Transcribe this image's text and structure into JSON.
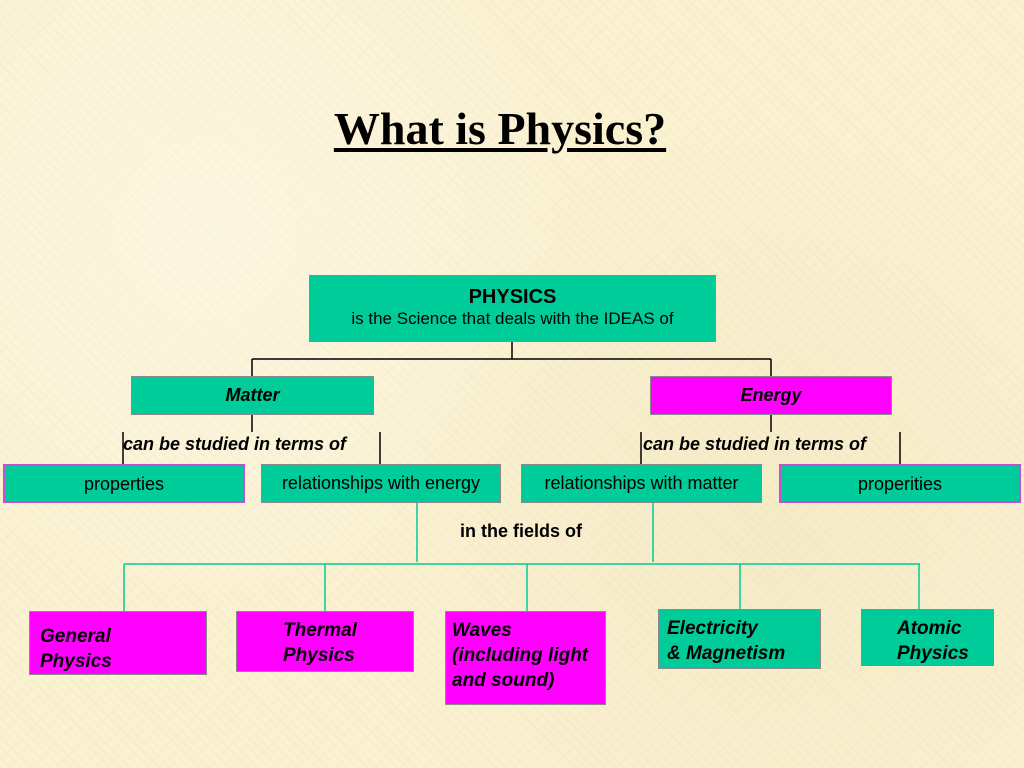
{
  "slide": {
    "title": "What is Physics?"
  },
  "diagram": {
    "root": {
      "name": "PHYSICS",
      "description": "is the Science that deals with the IDEAS of"
    },
    "matter": {
      "label": "Matter",
      "connector": "can be studied in terms of",
      "children": [
        "properties",
        "relationships with energy"
      ]
    },
    "energy": {
      "label": "Energy",
      "connector": "can be studied in terms of",
      "children": [
        "relationships with matter",
        "properities"
      ]
    },
    "fields_connector": "in the fields of",
    "fields": [
      {
        "line1": "General",
        "line2": "Physics",
        "line3": ""
      },
      {
        "line1": "Thermal",
        "line2": "Physics",
        "line3": ""
      },
      {
        "line1": "Waves",
        "line2": "(including light",
        "line3": "and sound)"
      },
      {
        "line1": "Electricity",
        "line2": "& Magnetism",
        "line3": ""
      },
      {
        "line1": "Atomic",
        "line2": "Physics",
        "line3": ""
      }
    ],
    "colors": {
      "green": "#00cc99",
      "magenta": "#ff00ff",
      "connector_dark": "#000000",
      "connector_green": "#00cc99",
      "background": "#fbf2d2"
    }
  }
}
